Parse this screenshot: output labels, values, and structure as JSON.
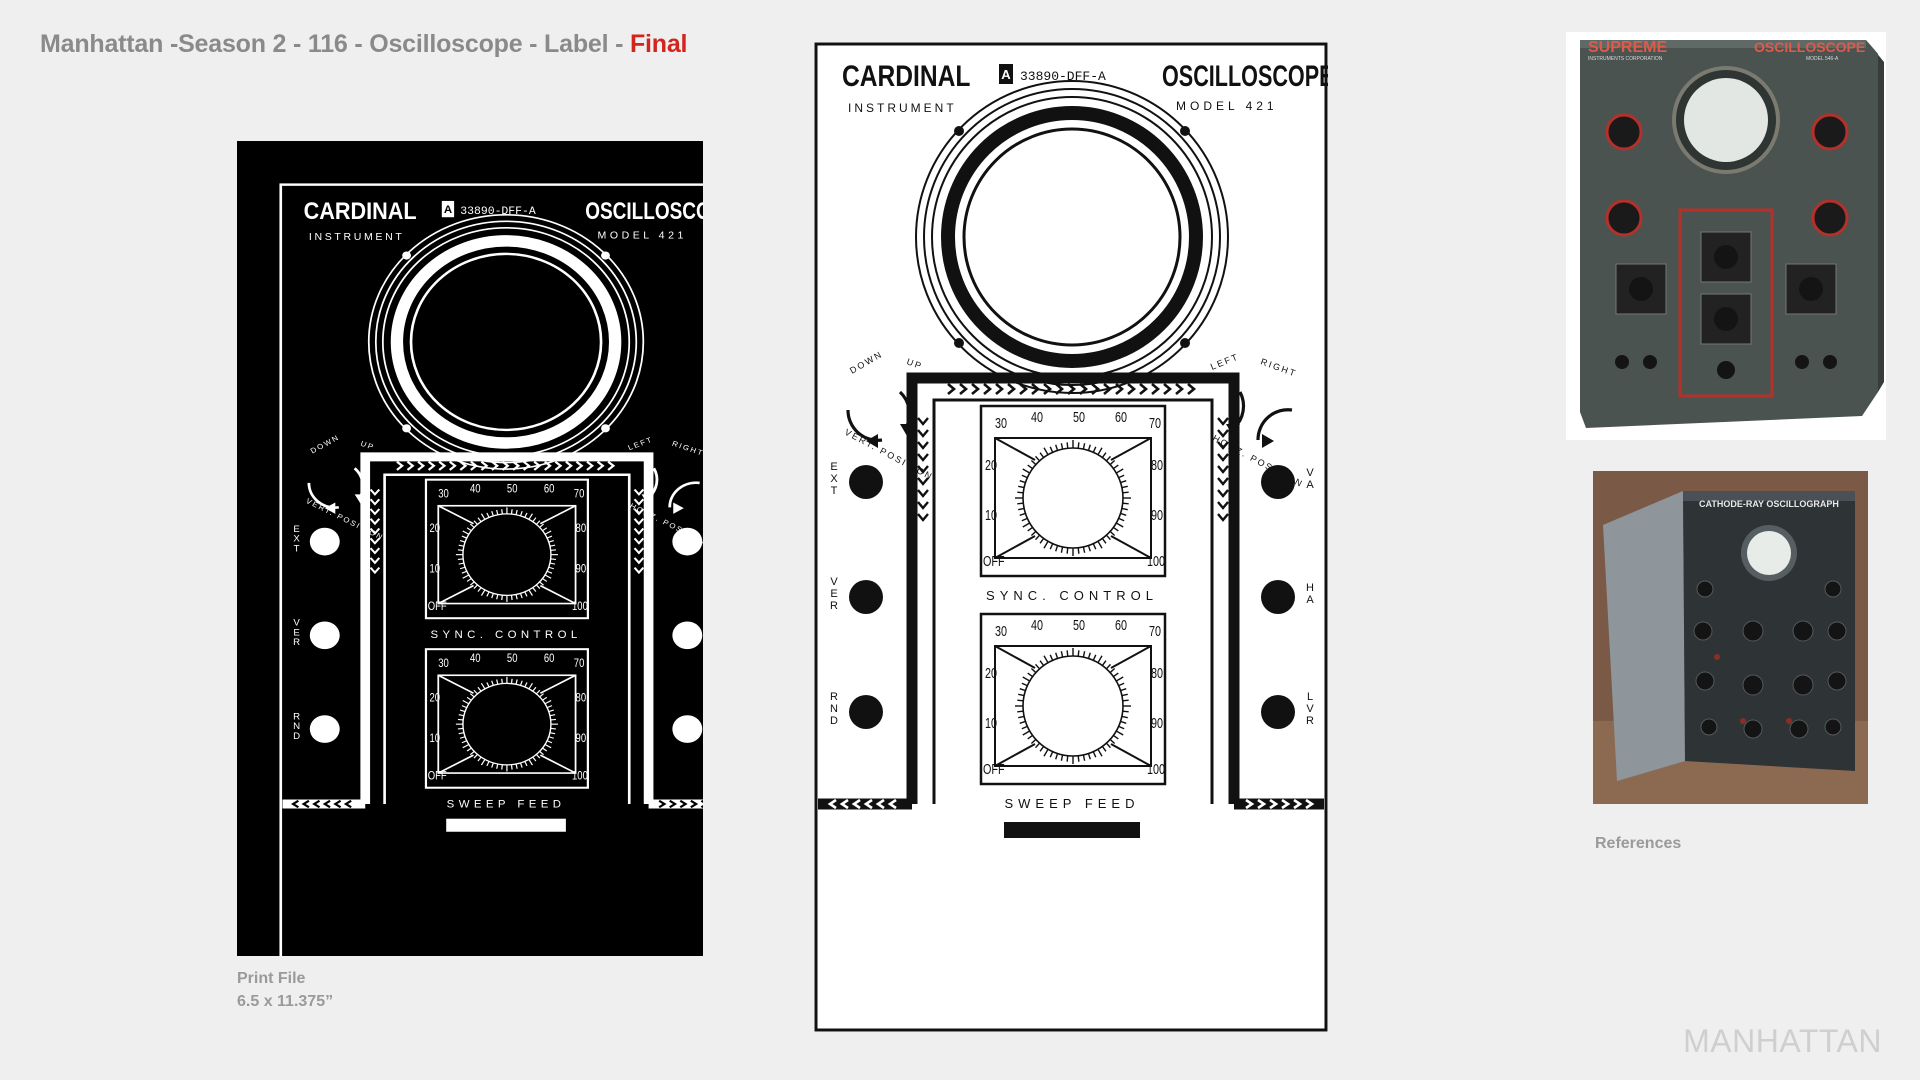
{
  "header": {
    "title": "Manhattan -Season 2 - 116 - Oscilloscope - Label - ",
    "status": "Final",
    "status_color": "#d0261e"
  },
  "label": {
    "brand": "CARDINAL",
    "brand_sub": "INSTRUMENT",
    "badge": "A",
    "part_no": "33890-DFF-A",
    "product": "OSCILLOSCOPE",
    "model": "MODEL 421",
    "vert": {
      "down": "DOWN",
      "up": "UP",
      "caption": "VERT. POSITION"
    },
    "horz": {
      "left": "LEFT",
      "right": "RIGHT",
      "caption": "HORZ. POSITION"
    },
    "dial_ticks": [
      "30",
      "40",
      "50",
      "60",
      "70",
      "20",
      "80",
      "10",
      "90",
      "OFF",
      "100"
    ],
    "sync_label": "SYNC. CONTROL",
    "sweep_label": "SWEEP FEED",
    "left_jacks": [
      "EXT",
      "VER",
      "RND"
    ],
    "right_jacks": [
      "VA",
      "HA",
      "LVR"
    ]
  },
  "print_file": {
    "caption": "Print File",
    "size": "6.5 x 11.375”"
  },
  "references": {
    "caption": "References",
    "ref1": {
      "brand": "SUPREME",
      "brand_sub": "INSTRUMENTS CORPORATION",
      "product": "OSCILLOSCOPE",
      "model": "MODEL 546-A"
    },
    "ref2": {
      "product": "CATHODE-RAY OSCILLOGRAPH"
    }
  },
  "watermark": "MANHATTAN",
  "colors": {
    "background": "#efefef",
    "ink": "#111111",
    "print_bg": "#000000",
    "caption": "#9a9a9a",
    "accent_red": "#d0261e"
  }
}
